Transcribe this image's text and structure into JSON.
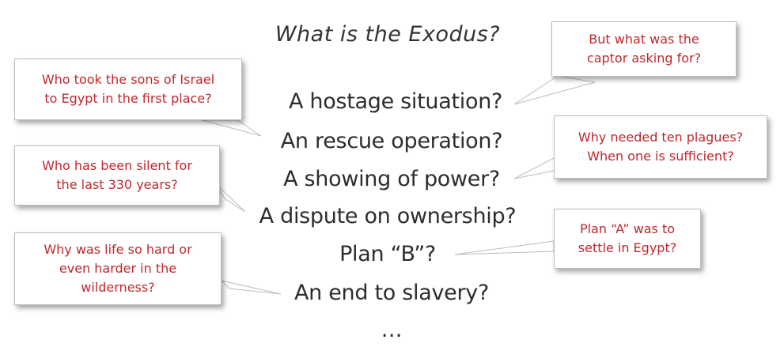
{
  "title": "What is the Exodus?",
  "questions": [
    "A hostage situation?",
    "An rescue operation?",
    "A showing of power?",
    "A dispute on ownership?",
    "Plan “B”?",
    "An end to slavery?",
    "…"
  ],
  "callouts": {
    "captor": {
      "lines": [
        "But what was the",
        "captor asking for?"
      ]
    },
    "sons": {
      "lines": [
        "Who took the sons of Israel",
        "to Egypt in the first place?"
      ]
    },
    "plagues": {
      "lines": [
        "Why needed ten plagues?",
        "When one is sufficient?"
      ]
    },
    "silent": {
      "lines": [
        "Who has been silent for",
        "the last 330 years?"
      ]
    },
    "planA": {
      "lines": [
        "Plan “A” was to",
        "settle in Egypt?"
      ]
    },
    "life": {
      "lines": [
        "Why was life so hard or",
        "even harder in the",
        "wilderness?"
      ]
    }
  },
  "colors": {
    "callout_text": "#c0272d",
    "question_text": "#2d2d2d"
  }
}
